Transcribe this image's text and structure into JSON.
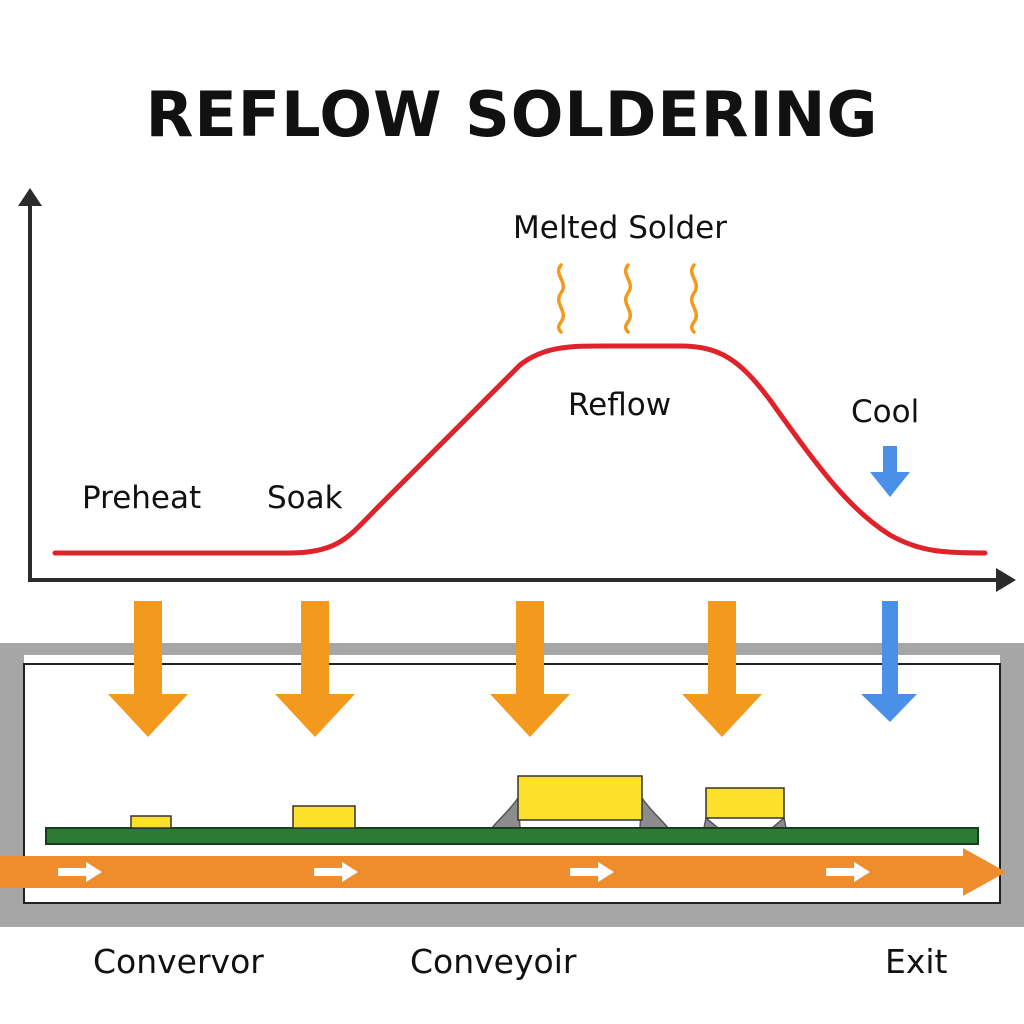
{
  "title": "REFLOW SOLDERING",
  "stages": {
    "preheat": "Preheat",
    "soak": "Soak",
    "reflow": "Reflow",
    "cool": "Cool"
  },
  "melted_label": "Melted Solder",
  "bottom": {
    "left": "Convervor",
    "middle": "Conveyoir",
    "right": "Exit"
  },
  "colors": {
    "curve": "#e0232b",
    "heat_arrow": "#f39a1e",
    "cool_arrow": "#4a90e8",
    "pcb": "#2d7a35",
    "component": "#fce02a",
    "conveyor": "#ef8c2b",
    "oven_wall": "#a6a6a6"
  },
  "icons": [
    "heat-wave-icon",
    "down-arrow-icon",
    "cool-arrow-icon",
    "conveyor-arrow-icon"
  ]
}
